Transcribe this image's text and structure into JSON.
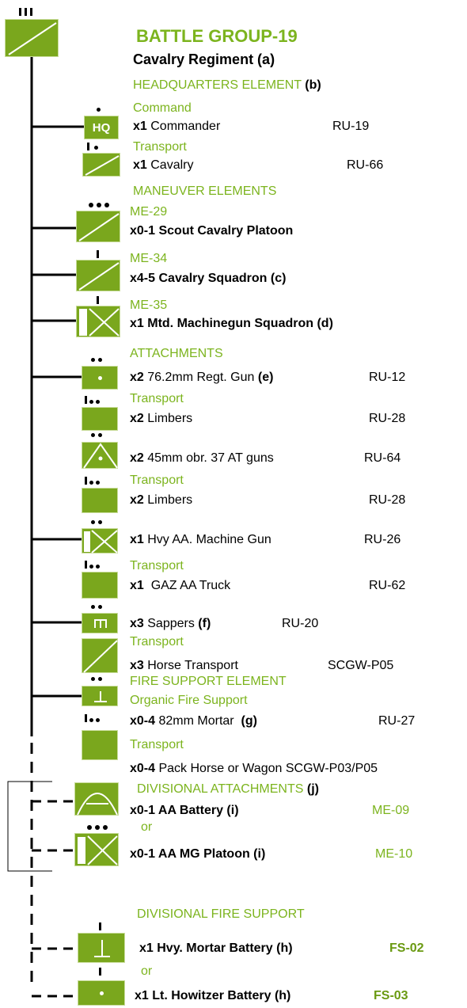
{
  "title": "BATTLE GROUP-19",
  "subtitle": "Cavalry Regiment (a)",
  "hq": {
    "heading": "HEADQUARTERS ELEMENT",
    "note": "(b)",
    "command_label": "Command",
    "hq_symbol": "HQ",
    "commander_qty": "x1",
    "commander": "Commander",
    "commander_ref": "RU-19",
    "transport_label": "Transport",
    "cavalry_qty": "x1",
    "cavalry": "Cavalry",
    "cavalry_ref": "RU-66"
  },
  "maneuver": {
    "heading": "MANEUVER ELEMENTS",
    "items": [
      {
        "code": "ME-29",
        "qty": "x0-1",
        "name": "Scout Cavalry Platoon"
      },
      {
        "code": "ME-34",
        "qty": "x4-5",
        "name": "Cavalry Squadron (c)"
      },
      {
        "code": "ME-35",
        "qty": "x1",
        "name": "Mtd. Machinegun Squadron (d)"
      }
    ]
  },
  "attachments": {
    "heading": "ATTACHMENTS",
    "regt_gun": {
      "qty": "x2",
      "name": "76.2mm Regt. Gun",
      "note": "(e)",
      "ref": "RU-12"
    },
    "transport1": {
      "label": "Transport",
      "qty": "x2",
      "name": "Limbers",
      "ref": "RU-28"
    },
    "at_guns": {
      "qty": "x2",
      "name": "45mm obr. 37 AT guns",
      "ref": "RU-64"
    },
    "transport2": {
      "label": "Transport",
      "qty": "x2",
      "name": "Limbers",
      "ref": "RU-28"
    },
    "aa_mg": {
      "qty": "x1",
      "name": "Hvy AA. Machine Gun",
      "ref": "RU-26"
    },
    "transport3": {
      "label": "Transport",
      "qty": "x1",
      "name": "GAZ AA Truck",
      "ref": "RU-62"
    },
    "sappers": {
      "qty": "x3",
      "name": "Sappers",
      "note": "(f)",
      "ref": "RU-20"
    },
    "transport4": {
      "label": "Transport",
      "qty": "x3",
      "name": "Horse Transport",
      "ref": "SCGW-P05"
    }
  },
  "fire_support": {
    "heading": "FIRE SUPPORT ELEMENT",
    "organic_label": "Organic Fire Support",
    "mortar": {
      "qty": "x0-4",
      "name": "82mm Mortar",
      "note": "(g)",
      "ref": "RU-27"
    },
    "transport": {
      "label": "Transport",
      "qty": "x0-4",
      "name": "Pack Horse or Wagon",
      "ref": "SCGW-P03/P05"
    }
  },
  "divisional_attachments": {
    "heading": "DIVISIONAL ATTACHMENTS",
    "note": "(j)",
    "aa_battery": {
      "qty": "x0-1",
      "name": "AA Battery (i)",
      "ref": "ME-09"
    },
    "or1": "or",
    "aa_mg_platoon": {
      "qty": "x0-1",
      "name": "AA MG Platoon (i)",
      "ref": "ME-10"
    }
  },
  "divisional_fire_support": {
    "heading": "DIVISIONAL FIRE SUPPORT",
    "hvy_mortar": {
      "qty": "x1",
      "name": "Hvy. Mortar Battery (h)",
      "ref": "FS-02"
    },
    "or2": "or",
    "lt_howitzer": {
      "qty": "x1",
      "name": "Lt. Howitzer Battery (h)",
      "ref": "FS-03"
    }
  },
  "colors": {
    "symbol_fill": "#7aa71d",
    "text_green": "#7cb41e"
  }
}
